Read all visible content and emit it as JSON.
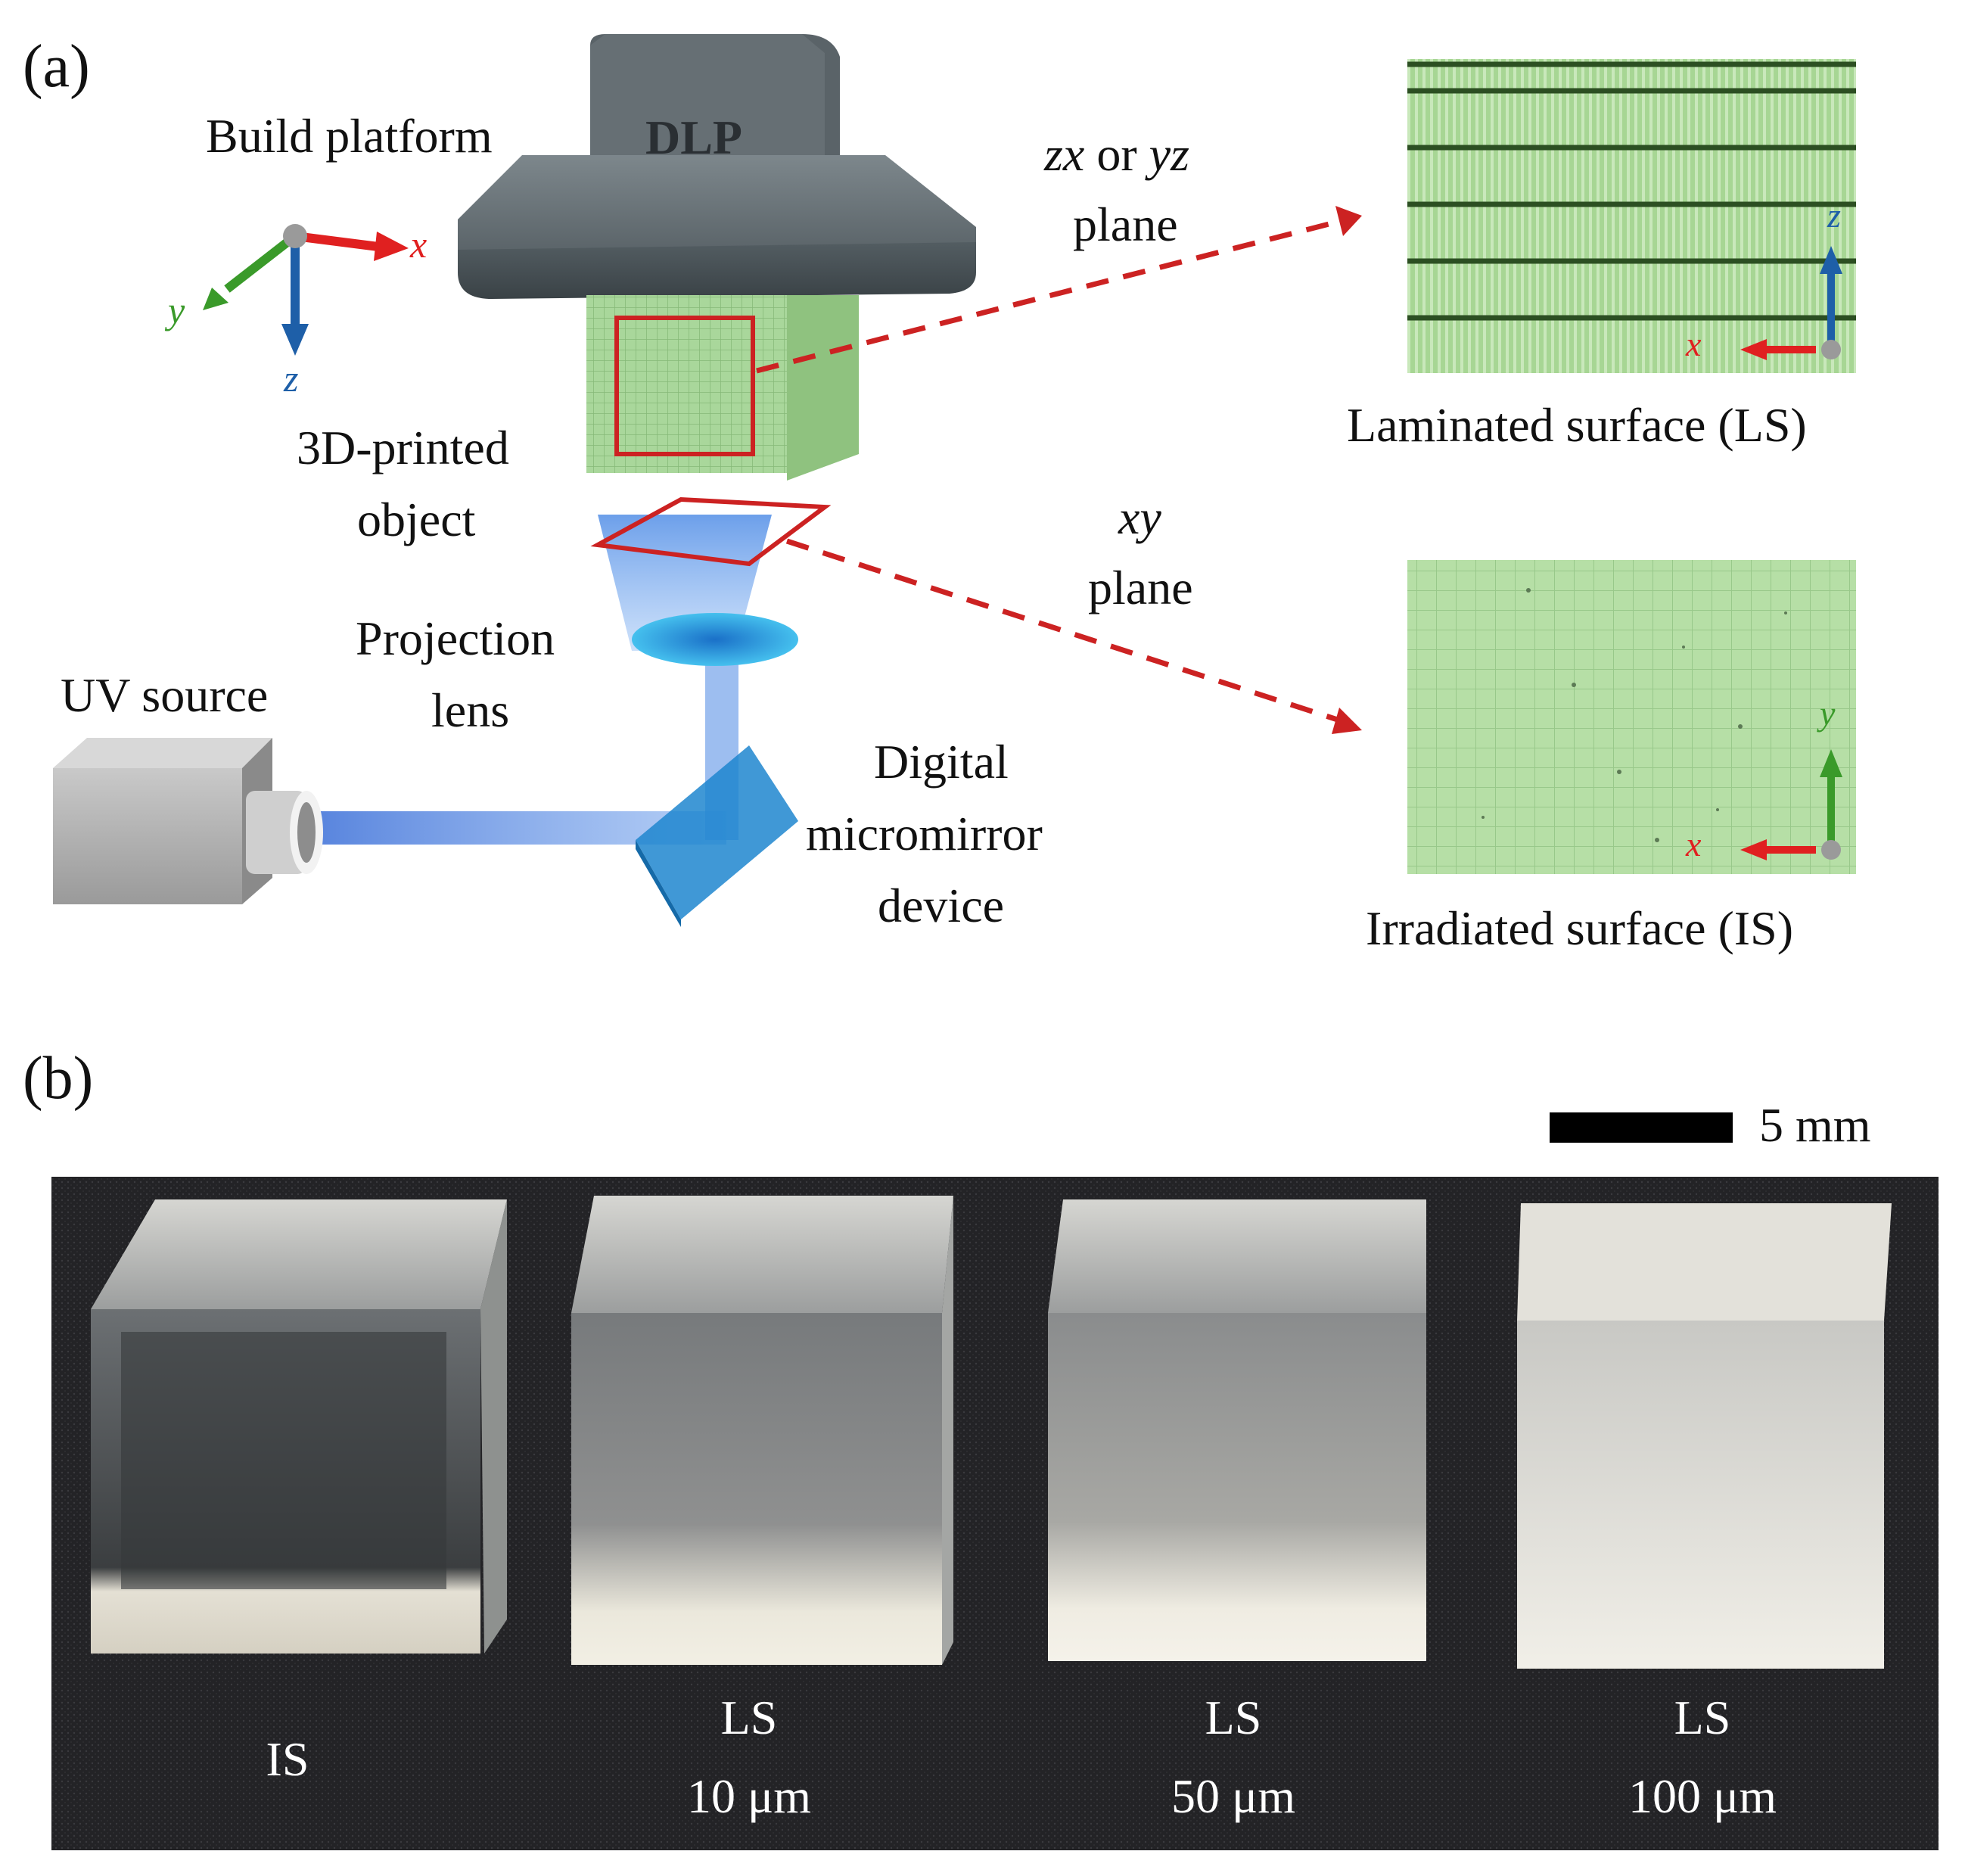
{
  "panel_a": {
    "tag": "(a)",
    "printer_label": "DLP",
    "build_platform": "Build platform",
    "object_line1": "3D-printed",
    "object_line2": "object",
    "lens_line1": "Projection",
    "lens_line2": "lens",
    "uv_source": "UV source",
    "dmd_line1": "Digital",
    "dmd_line2": "micromirror",
    "dmd_line3": "device",
    "zx_plane_prefix": "zx",
    "zx_plane_or": " or ",
    "zx_plane_suffix": "yz",
    "zx_plane_word": "plane",
    "xy_plane_prefix": "xy",
    "xy_plane_word": "plane",
    "axes": {
      "x": "x",
      "y": "y",
      "z": "z"
    },
    "ls_caption": "Laminated surface (LS)",
    "is_caption": "Irradiated surface (IS)",
    "colors": {
      "axis_x": "#e02020",
      "axis_y": "#3a9a2a",
      "axis_z": "#1e5fa8",
      "frame": "#cc2222",
      "cube": "#a8d59a",
      "beam": "#2d7be0"
    }
  },
  "panel_b": {
    "tag": "(b)",
    "scale_bar": "5 mm",
    "samples": [
      {
        "line1": "IS",
        "line2": ""
      },
      {
        "line1": "LS",
        "line2": "10 μm"
      },
      {
        "line1": "LS",
        "line2": "50 μm"
      },
      {
        "line1": "LS",
        "line2": "100 μm"
      }
    ]
  }
}
